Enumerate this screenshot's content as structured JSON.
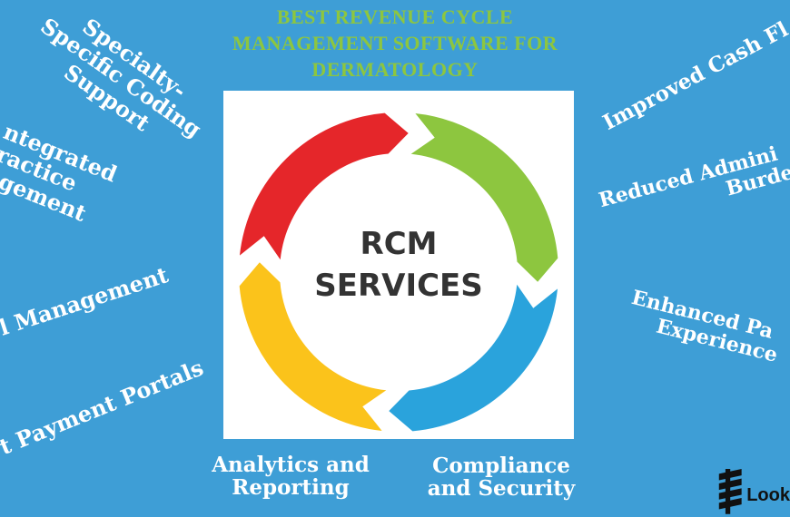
{
  "title": {
    "line1": "BEST REVENUE CYCLE",
    "line2": "MANAGEMENT SOFTWARE FOR",
    "line3": "DERMATOLOGY"
  },
  "center": {
    "line1": "RCM",
    "line2": "SERVICES"
  },
  "labels": {
    "specialty": [
      "Specialty-",
      "Specific Coding",
      "Support"
    ],
    "integrated": [
      "ntegrated",
      "ractice",
      "agement"
    ],
    "claim": "l Management",
    "payment": "t Payment Portals",
    "analytics": [
      "Analytics and",
      "Reporting"
    ],
    "compliance": [
      "Compliance",
      "and Security"
    ],
    "cashflow": "Improved Cash Fl",
    "admin": [
      "Reduced Admini",
      "Burden"
    ],
    "patient": [
      "Enhanced Pa",
      "Experience"
    ]
  },
  "logo": {
    "text": "Look"
  },
  "colors": {
    "background": "#3e9ed6",
    "title": "#8dc63f",
    "arc_red": "#e5262a",
    "arc_green": "#8dc63f",
    "arc_blue": "#2aa3dc",
    "arc_yellow": "#fbc31b"
  }
}
